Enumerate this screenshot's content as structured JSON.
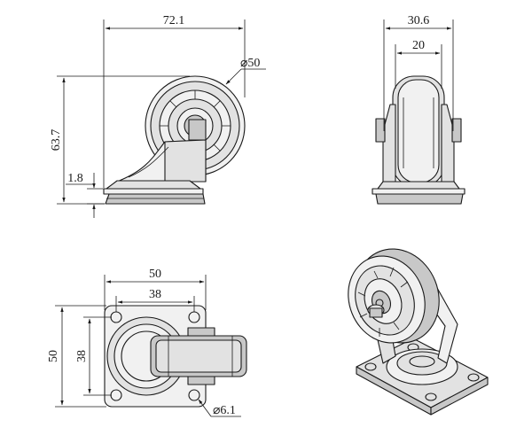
{
  "dimensions": {
    "side_overall_width": "72.1",
    "side_wheel_diameter": "⌀50",
    "side_overall_height": "63.7",
    "side_plate_thickness": "1.8",
    "front_overall_width": "30.6",
    "front_wheel_width": "20",
    "plate_width": "50",
    "plate_hole_spacing_x": "38",
    "plate_height": "50",
    "plate_hole_spacing_y": "38",
    "plate_hole_diameter": "⌀6.1"
  }
}
